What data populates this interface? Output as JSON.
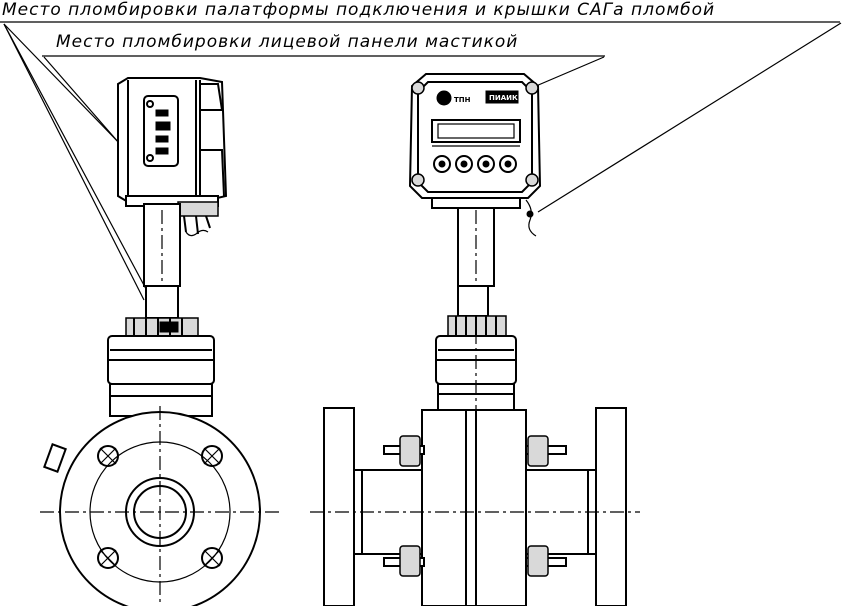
{
  "callouts": {
    "seal_platform": "Место пломбировки палатформы подключения и крышки САГа пломбой",
    "seal_front_panel": "Место пломбировки лицевой панели мастикой"
  },
  "device": {
    "logo_text": "ТПН",
    "brand_text": "ПИАИК"
  }
}
